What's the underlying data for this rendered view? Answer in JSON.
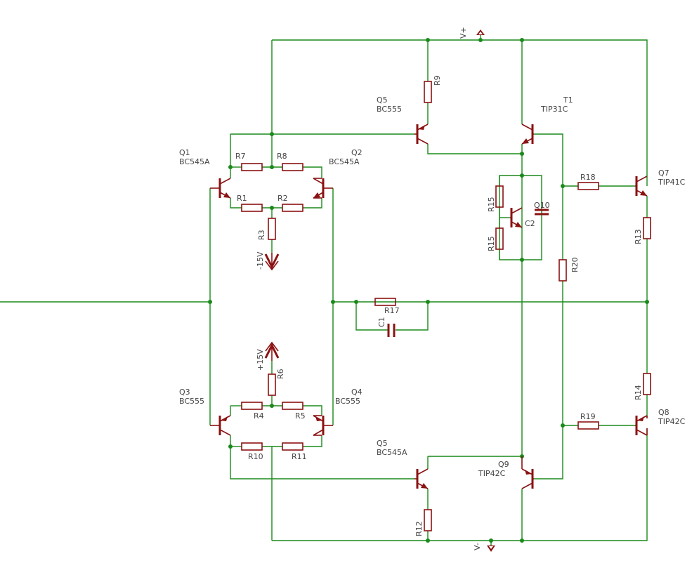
{
  "labels": {
    "vplus": "V+",
    "vminus": "V-",
    "neg15": "-15V",
    "pos15": "+15V",
    "q1": "Q1",
    "q1_part": "BC545A",
    "q2": "Q2",
    "q2_part": "BC545A",
    "q3": "Q3",
    "q3_part": "BC555",
    "q4": "Q4",
    "q4_part": "BC555",
    "q5a": "Q5",
    "q5a_part": "BC555",
    "q5b": "Q5",
    "q5b_part": "BC545A",
    "t1": "T1",
    "t1_part": "TIP31C",
    "q7": "Q7",
    "q7_part": "TIP41C",
    "q8": "Q8",
    "q8_part": "TIP42C",
    "q9": "Q9",
    "q9_part": "TIP42C",
    "r1": "R1",
    "r2": "R2",
    "r3": "R3",
    "r4": "R4",
    "r5": "R5",
    "r6": "R6",
    "r7": "R7",
    "r8": "R8",
    "r9": "R9",
    "r10": "R10",
    "r11": "R11",
    "r12": "R12",
    "r13": "R13",
    "r14": "R14",
    "r15a": "R15",
    "r15b": "R15",
    "r17": "R17",
    "r18": "R18",
    "r19": "R19",
    "r20": "R20",
    "c1": "C1",
    "c2": "C2",
    "q10": "Q10"
  }
}
